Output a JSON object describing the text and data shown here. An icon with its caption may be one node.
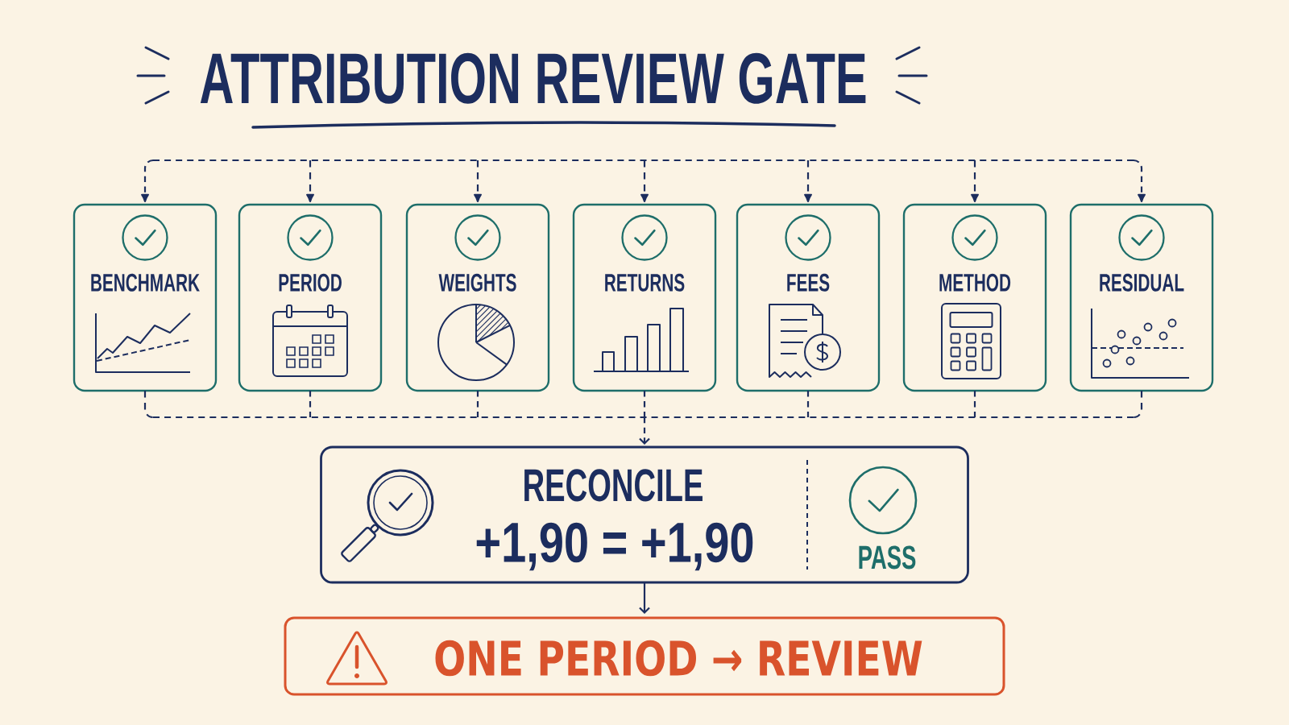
{
  "diagram": {
    "title": "ATTRIBUTION REVIEW GATE",
    "nodes": [
      {
        "text": [
          "BENCHMARK"
        ]
      },
      {
        "text": [
          "PERIOD"
        ]
      },
      {
        "text": [
          "WEIGHTS"
        ]
      },
      {
        "text": [
          "RETURNS"
        ]
      },
      {
        "text": [
          "FEES"
        ]
      },
      {
        "text": [
          "METHOD"
        ]
      },
      {
        "text": [
          "RESIDUAL"
        ]
      },
      {
        "text": [
          "RECONCILE",
          "+1,90 = +1,90",
          "PASS"
        ]
      },
      {
        "text": [
          "ONE PERIOD → REVIEW"
        ]
      }
    ],
    "edges": [
      {
        "from": null,
        "to": 0,
        "arrow": "to",
        "style": "dashed"
      },
      {
        "from": null,
        "to": 1,
        "arrow": "to",
        "style": "dashed"
      },
      {
        "from": null,
        "to": 2,
        "arrow": "to",
        "style": "dashed"
      },
      {
        "from": null,
        "to": 3,
        "arrow": "to",
        "style": "dashed"
      },
      {
        "from": null,
        "to": 4,
        "arrow": "to",
        "style": "dashed"
      },
      {
        "from": null,
        "to": 5,
        "arrow": "to",
        "style": "dashed"
      },
      {
        "from": null,
        "to": 6,
        "arrow": "to",
        "style": "dashed"
      },
      {
        "from": 0,
        "to": 7,
        "arrow": "to",
        "style": "dashed"
      },
      {
        "from": 1,
        "to": 7,
        "arrow": "to",
        "style": "dashed"
      },
      {
        "from": 2,
        "to": 7,
        "arrow": "to",
        "style": "dashed"
      },
      {
        "from": 3,
        "to": 7,
        "arrow": "to",
        "style": "dashed"
      },
      {
        "from": 4,
        "to": 7,
        "arrow": "to",
        "style": "dashed"
      },
      {
        "from": 5,
        "to": 7,
        "arrow": "to",
        "style": "dashed"
      },
      {
        "from": 6,
        "to": 7,
        "arrow": "to",
        "style": "dashed"
      },
      {
        "from": 7,
        "to": 8,
        "arrow": "to"
      }
    ]
  }
}
